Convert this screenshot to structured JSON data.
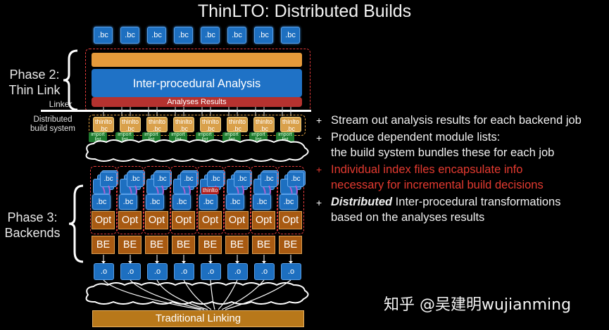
{
  "title": "ThinLTO: Distributed Builds",
  "top_modules": [
    ".bc",
    ".bc",
    ".bc",
    ".bc",
    ".bc",
    ".bc",
    ".bc",
    ".bc"
  ],
  "phase2": {
    "label_line1": "Phase 2:",
    "label_line2": "Thin Link"
  },
  "ipa_label": "Inter-procedural Analysis",
  "analyses_label": "Analyses Results",
  "linker_label": "Linker",
  "distributed_line1": "Distributed",
  "distributed_line2": "build system",
  "thinlto_label_a": "thinlto",
  "thinlto_label_b": ".bc",
  "import_label_a": "import",
  "import_label_b": "list",
  "phase3": {
    "label_line1": "Phase 3:",
    "label_line2": "Backends"
  },
  "backend_bc": ".bc",
  "backend_thinlto_tag": "thinlto",
  "opt_label": "Opt",
  "be_label": "BE",
  "obj_label": ".o",
  "traditional_linking": "Traditional Linking",
  "bullets": [
    {
      "plus": "+",
      "lines": [
        "Stream out analysis results for each backend job"
      ],
      "color": "#f0f0f0"
    },
    {
      "plus": "+",
      "lines": [
        "Produce dependent module lists:",
        "the build system bundles these for each job"
      ],
      "color": "#f0f0f0"
    },
    {
      "plus": "+",
      "lines": [
        "Individual index files encapsulate info",
        "necessary for incremental build decisions"
      ],
      "color": "#e43a30"
    },
    {
      "plus": "+",
      "bold_prefix": "Distributed",
      "lines": [
        " Inter-procedural transformations",
        "based on the analyses results"
      ],
      "color": "#f0f0f0"
    }
  ],
  "watermark": "知乎 @吴建明wujianming"
}
